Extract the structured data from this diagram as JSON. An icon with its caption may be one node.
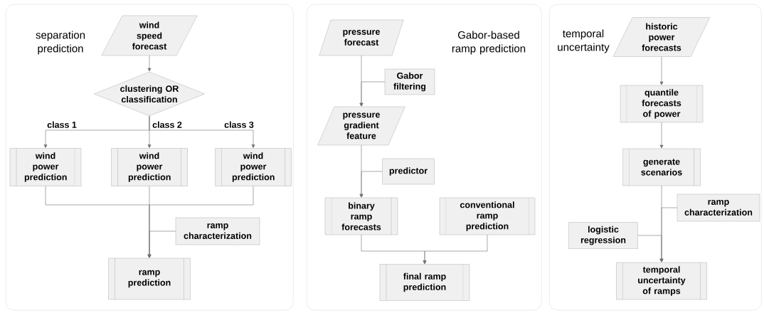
{
  "diagram": {
    "nodes": [
      {
        "text": [
          "separation prediction"
        ]
      },
      {
        "text": [
          "wind speed forecast"
        ],
        "in": 0
      },
      {
        "text": [
          "clustering OR classification"
        ],
        "in": 0
      },
      {
        "text": [
          "wind power prediction"
        ],
        "in": 0
      },
      {
        "text": [
          "wind power prediction"
        ],
        "in": 0
      },
      {
        "text": [
          "wind power prediction"
        ],
        "in": 0
      },
      {
        "text": [
          "ramp characterization"
        ],
        "in": 0
      },
      {
        "text": [
          "ramp prediction"
        ],
        "in": 0
      },
      {
        "text": [
          "Gabor-based ramp prediction"
        ]
      },
      {
        "text": [
          "pressure forecast"
        ],
        "in": 8
      },
      {
        "text": [
          "Gabor filtering"
        ],
        "in": 8
      },
      {
        "text": [
          "pressure gradient feature"
        ],
        "in": 8
      },
      {
        "text": [
          "predictor"
        ],
        "in": 8
      },
      {
        "text": [
          "binary ramp forecasts"
        ],
        "in": 8
      },
      {
        "text": [
          "conventional ramp prediction"
        ],
        "in": 8
      },
      {
        "text": [
          "final ramp prediction"
        ],
        "in": 8
      },
      {
        "text": [
          "temporal uncertainty"
        ]
      },
      {
        "text": [
          "historic power forecasts"
        ],
        "in": 16
      },
      {
        "text": [
          "quantile forecasts of power"
        ],
        "in": 16
      },
      {
        "text": [
          "generate scenarios"
        ],
        "in": 16
      },
      {
        "text": [
          "ramp characterization"
        ],
        "in": 16
      },
      {
        "text": [
          "logistic regression"
        ],
        "in": 16
      },
      {
        "text": [
          "temporal uncertainty of ramps"
        ],
        "in": 16
      }
    ],
    "edges": [
      {
        "from": 1,
        "to": 2,
        "arrow": "to"
      },
      {
        "from": 2,
        "to": 3,
        "arrow": "to",
        "label": "class 1"
      },
      {
        "from": 2,
        "to": 4,
        "arrow": "to",
        "label": "class 2"
      },
      {
        "from": 2,
        "to": 5,
        "arrow": "to",
        "label": "class 3"
      },
      {
        "from": 3,
        "to": 7,
        "arrow": "to"
      },
      {
        "from": 4,
        "to": 7,
        "arrow": "to"
      },
      {
        "from": 5,
        "to": 7,
        "arrow": "to"
      },
      {
        "from": 6,
        "to": 7,
        "arrow": "to"
      },
      {
        "from": 9,
        "to": 11,
        "arrow": "to"
      },
      {
        "from": 10,
        "to": 11,
        "arrow": "to"
      },
      {
        "from": 11,
        "to": 13,
        "arrow": "to"
      },
      {
        "from": 12,
        "to": 13,
        "arrow": "to"
      },
      {
        "from": 13,
        "to": 15,
        "arrow": "to"
      },
      {
        "from": 14,
        "to": 15,
        "arrow": "to"
      },
      {
        "from": 17,
        "to": 18,
        "arrow": "to"
      },
      {
        "from": 18,
        "to": 19,
        "arrow": "to"
      },
      {
        "from": 19,
        "to": 22,
        "arrow": "to"
      },
      {
        "from": 20,
        "to": 22,
        "arrow": "to"
      },
      {
        "from": 21,
        "to": 22,
        "arrow": "to"
      }
    ]
  }
}
